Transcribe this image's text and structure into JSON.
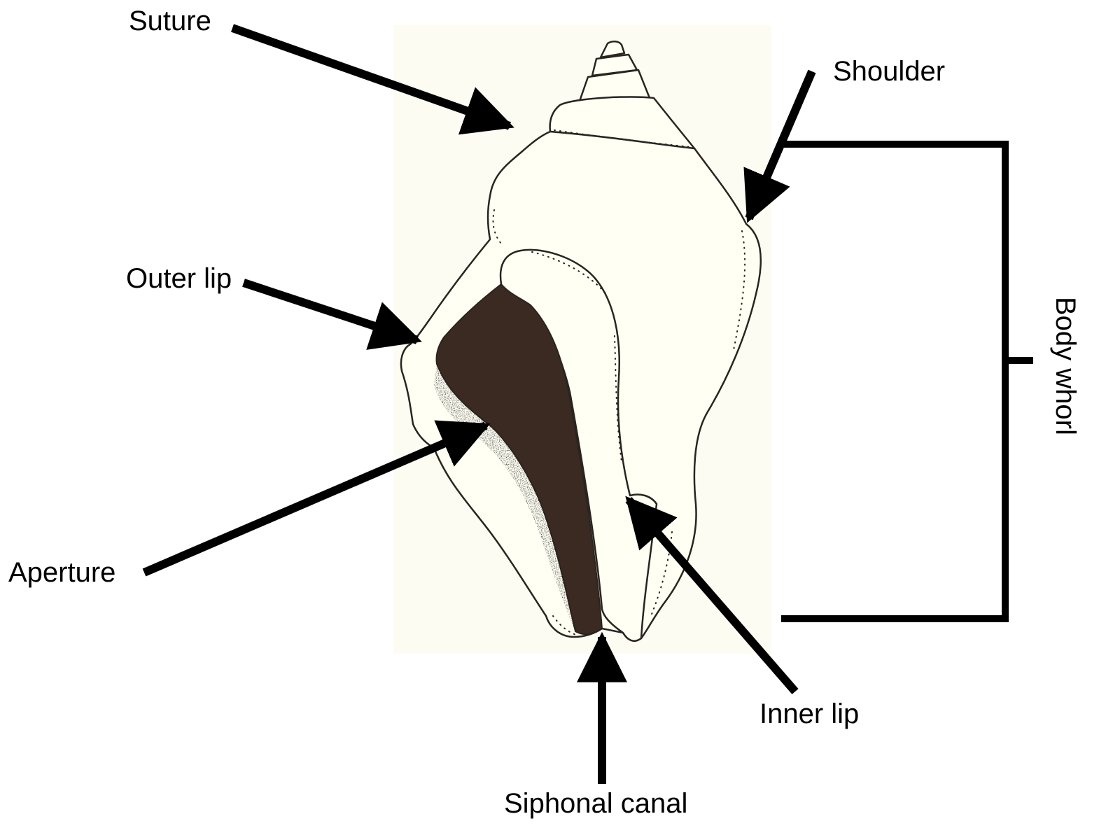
{
  "labels": {
    "suture": "Suture",
    "shoulder": "Shoulder",
    "outer_lip": "Outer lip",
    "aperture": "Aperture",
    "inner_lip": "Inner lip",
    "siphonal_canal": "Siphonal canal",
    "body_whorl": "Body whorl"
  },
  "colors": {
    "arrow": "#000000",
    "shell_fill": "#fffff4",
    "paper_bg": "#fdfcf3",
    "aperture_dark": "#3a2a22",
    "outline": "#2a2420"
  }
}
